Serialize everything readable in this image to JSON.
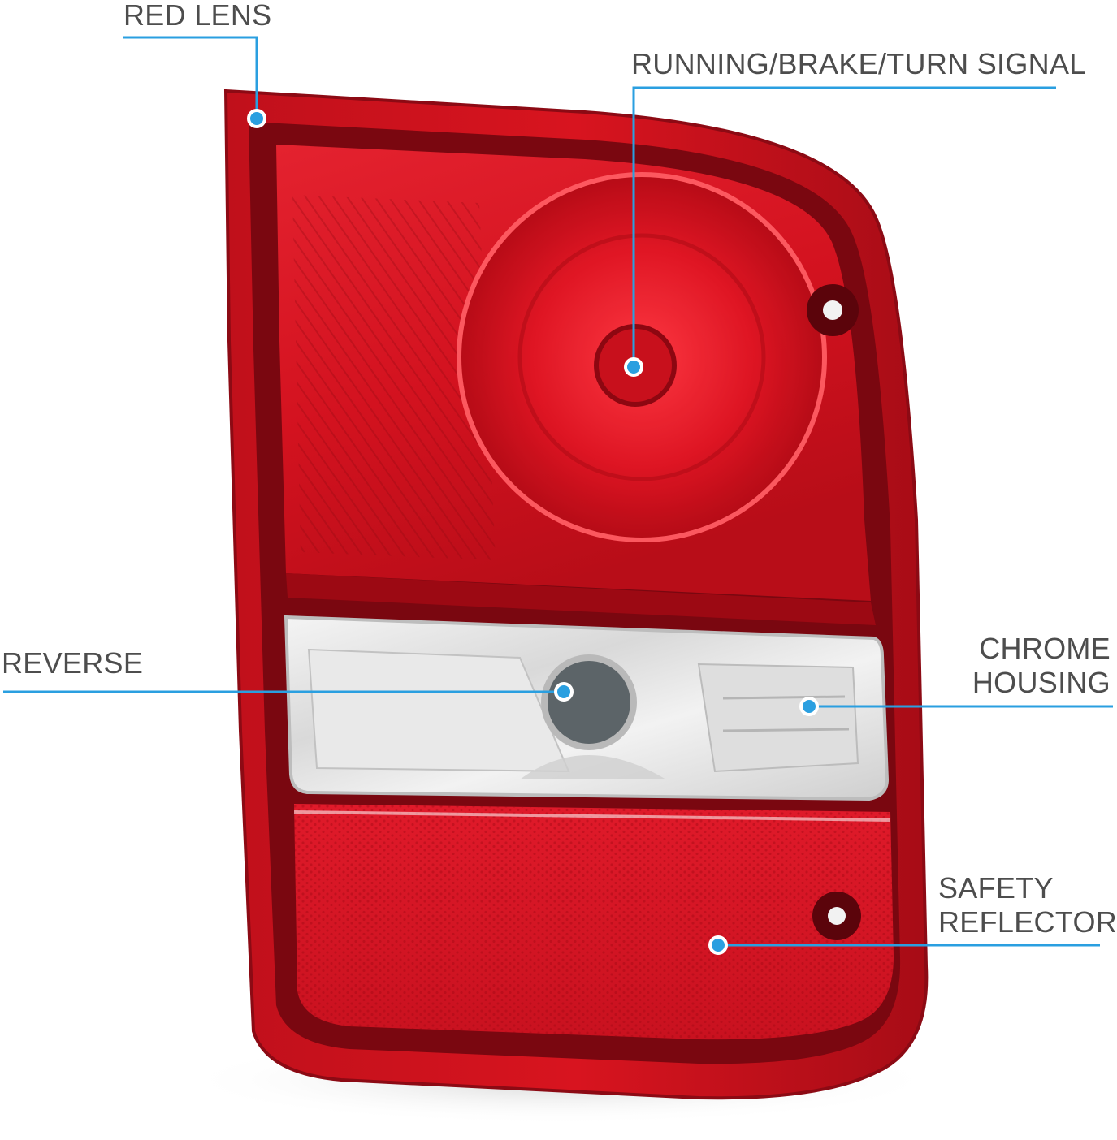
{
  "diagram": {
    "accent_color": "#2a9fe0",
    "callouts": [
      {
        "id": "red-lens",
        "lines": [
          "RED LENS"
        ]
      },
      {
        "id": "running-brake-turn-signal",
        "lines": [
          "RUNNING/BRAKE/TURN SIGNAL"
        ]
      },
      {
        "id": "reverse",
        "lines": [
          "REVERSE"
        ]
      },
      {
        "id": "chrome-housing",
        "lines": [
          "CHROME",
          "HOUSING"
        ]
      },
      {
        "id": "safety-reflector",
        "lines": [
          "SAFETY",
          "REFLECTOR"
        ]
      }
    ]
  }
}
